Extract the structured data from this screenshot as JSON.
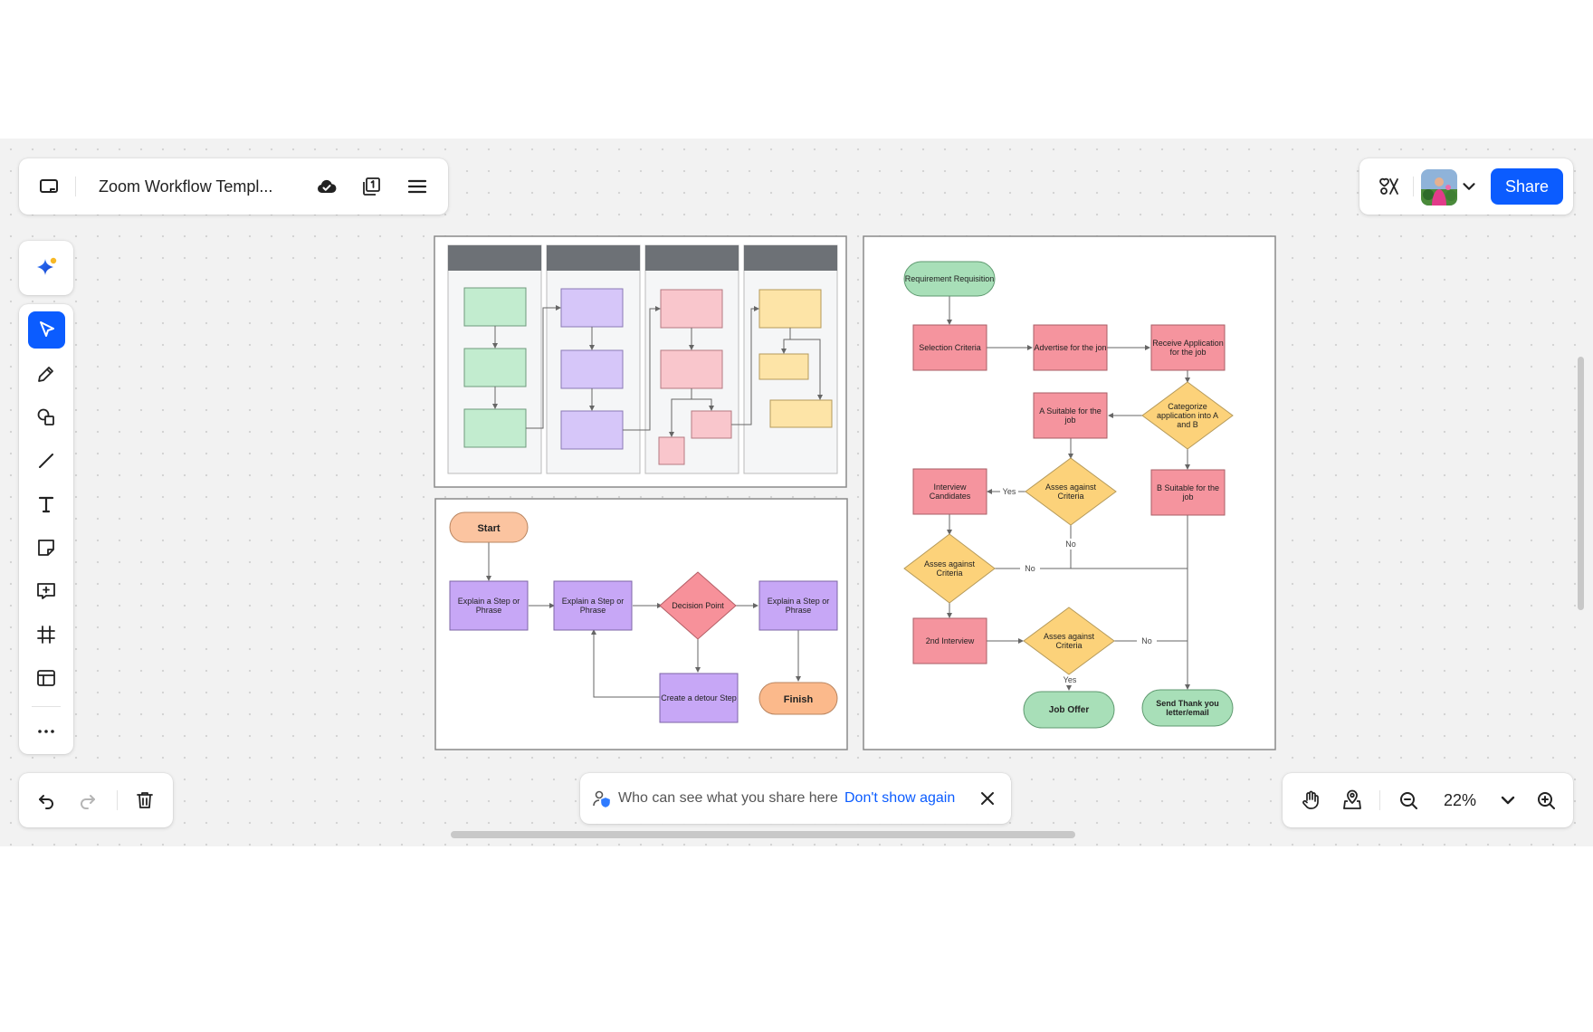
{
  "header": {
    "title": "Zoom Workflow Templ..."
  },
  "collab": {
    "share_label": "Share"
  },
  "zoom": {
    "level": "22%"
  },
  "notice": {
    "text": "Who can see what you share here",
    "link": "Don't show again"
  },
  "icons": {
    "whiteboard": "whiteboard-icon",
    "cloud": "cloud-check-icon",
    "pages": "pages-icon",
    "menu": "hamburger-menu-icon",
    "ai": "ai-companion-icon",
    "select": "pointer-icon",
    "pen": "pen-icon",
    "shapes": "shapes-icon",
    "line": "line-icon",
    "text": "text-icon",
    "sticky": "sticky-note-icon",
    "comment": "comment-icon",
    "frame": "frame-icon",
    "template": "template-icon",
    "more": "more-icon",
    "undo": "undo-icon",
    "redo": "redo-icon",
    "trash": "trash-icon",
    "hand": "hand-icon",
    "locate": "location-icon",
    "zoom_out": "zoom-out-icon",
    "zoom_in": "zoom-in-icon",
    "close": "close-icon",
    "shield": "user-shield-icon"
  },
  "colors": {
    "accent": "#0b5cff",
    "green": "#a8dfb8",
    "red": "#f5949e",
    "yellow": "#fcd27a",
    "purple": "#c49ff5",
    "orange": "#fbb98b"
  },
  "diagrams": {
    "flowchart": {
      "start": "Start",
      "step1": "Explain a Step or Phrase",
      "step2": "Explain a Step or Phrase",
      "decision": "Decision Point",
      "step3": "Explain a Step or Phrase",
      "detour": "Create a detour Step",
      "finish": "Finish"
    },
    "hiring": {
      "requisition": "Requirement Requisition",
      "selection": "Selection Criteria",
      "advertise": "Advertise for the jon",
      "receive": "Receive Application for the job",
      "categorize": "Categorize application into A and B",
      "a_suitable": "A Suitable for the job",
      "b_suitable": "B Suitable for the job",
      "interview": "Interview Candidates",
      "asses1": "Asses against Criteria",
      "asses2": "Asses against Criteria",
      "asses3": "Asses against Criteria",
      "second_interview": "2nd Interview",
      "job_offer": "Job Offer",
      "thank_you": "Send Thank you letter/email",
      "yes": "Yes",
      "no": "No"
    }
  }
}
